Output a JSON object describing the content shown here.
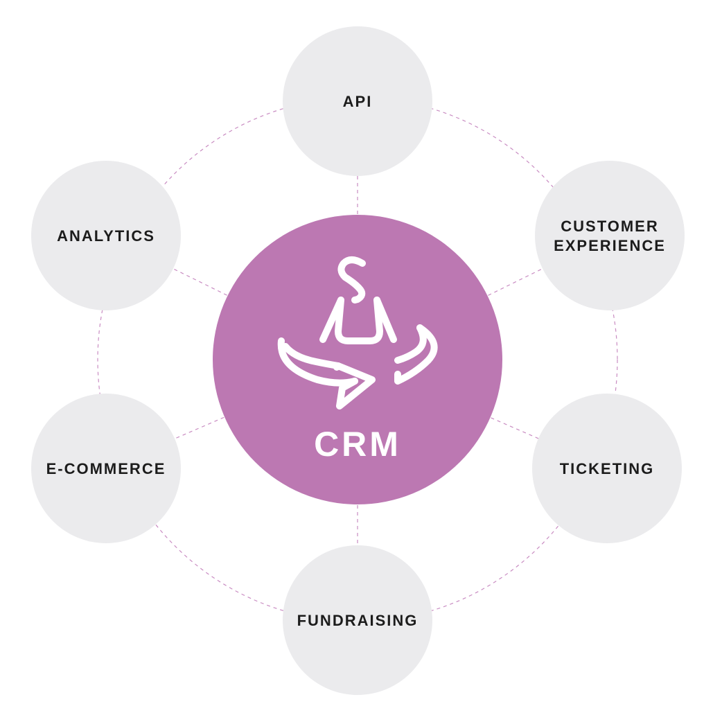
{
  "colors": {
    "center_fill": "#bc78b2",
    "center_foreground": "#ffffff",
    "node_fill": "#ebebed",
    "node_text": "#1c1c1c",
    "connector": "#c98cc2"
  },
  "center": {
    "label": "CRM",
    "icon": "crm-person-rotation-icon"
  },
  "nodes": [
    {
      "id": "api",
      "lines": [
        "API"
      ]
    },
    {
      "id": "customer-experience",
      "lines": [
        "CUSTOMER",
        "EXPERIENCE"
      ]
    },
    {
      "id": "ticketing",
      "lines": [
        "TICKETING"
      ]
    },
    {
      "id": "fundraising",
      "lines": [
        "FUNDRAISING"
      ]
    },
    {
      "id": "e-commerce",
      "lines": [
        "E-COMMERCE"
      ]
    },
    {
      "id": "analytics",
      "lines": [
        "ANALYTICS"
      ]
    }
  ]
}
